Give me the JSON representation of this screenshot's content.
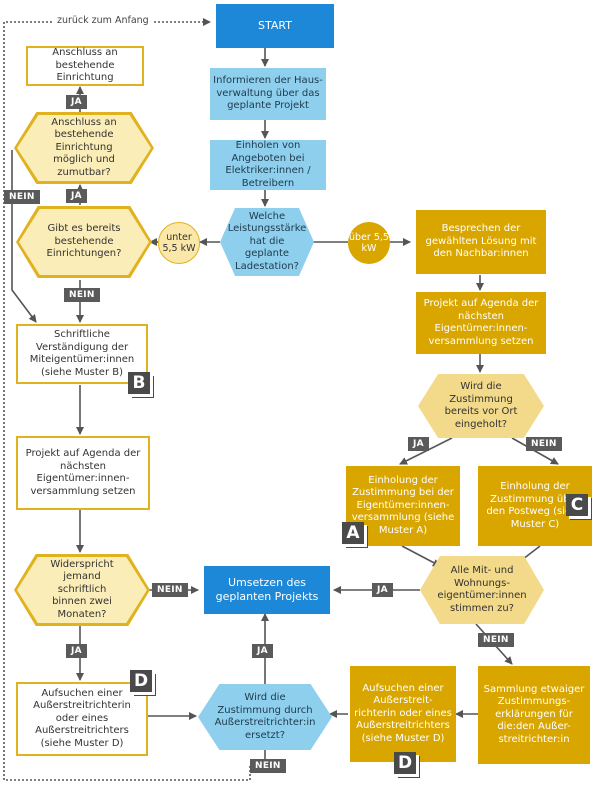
{
  "back_link": "zurück zum Anfang",
  "nodes": {
    "start": "START",
    "inform": "Informieren der Haus-verwaltung über das geplante Projekt",
    "offers": "Einholen von Angeboten bei Elektriker:innen / Betreibern",
    "power_question": "Welche Leistungsstärke hat die geplante Ladestation?",
    "under": "unter 5,5 kW",
    "over": "über 5,5 kW",
    "existing_question": "Gibt es bereits bestehende Einrichtungen?",
    "connect_question": "Anschluss an bestehende Einrichtung möglich und zumutbar?",
    "connect_result": "Anschluss an bestehende Einrichtung",
    "written_agreement": "Schriftliche Verständigung der Miteigentümer:innen (siehe Muster B)",
    "agenda_left": "Projekt auf Agenda der nächsten Eigentümer:innen-versammlung setzen",
    "objection_question": "Widerspricht jemand schriftlich binnen zwei Monaten?",
    "implement": "Umsetzen des geplanten Projekts",
    "arbitrator_left": "Aufsuchen einer Außerstreitrichterin oder eines Außerstreitrichters (siehe Muster D)",
    "arbitrator_question": "Wird die Zustimmung durch Außerstreitrichter:in ersetzt?",
    "discuss": "Besprechen der gewählten Lösung mit den Nachbar:innen",
    "agenda_right": "Projekt auf Agenda der nächsten Eigentümer:innen-versammlung setzen",
    "onsite_question": "Wird die Zustimmung bereits vor Ort eingeholt?",
    "consent_meeting": "Einholung der Zustimmung bei der Eigentümer:innen-versammlung (siehe Muster A)",
    "consent_post": "Einholung der Zustimmung über den Postweg (siehe Muster C)",
    "all_agree_question": "Alle Mit- und Wohnungs-eigentümer:innen stimmen zu?",
    "collect": "Sammlung etwaiger Zustimmungs-erklärungen für die:den Außer-streitrichter:in",
    "arbitrator_right": "Aufsuchen einer Außerstreit-richterin oder eines Außerstreitrichters (siehe Muster D)"
  },
  "labels": {
    "ja": "JA",
    "nein": "NEIN"
  },
  "badges": {
    "a": "A",
    "b": "B",
    "c": "C",
    "d": "D"
  },
  "colors": {
    "blue_dark": "#1e88d8",
    "blue_light": "#8ecfee",
    "gold": "#d9a600",
    "gold_outline": "#e0b21f",
    "gold_light": "#f3d98a",
    "arrow": "#555555"
  }
}
